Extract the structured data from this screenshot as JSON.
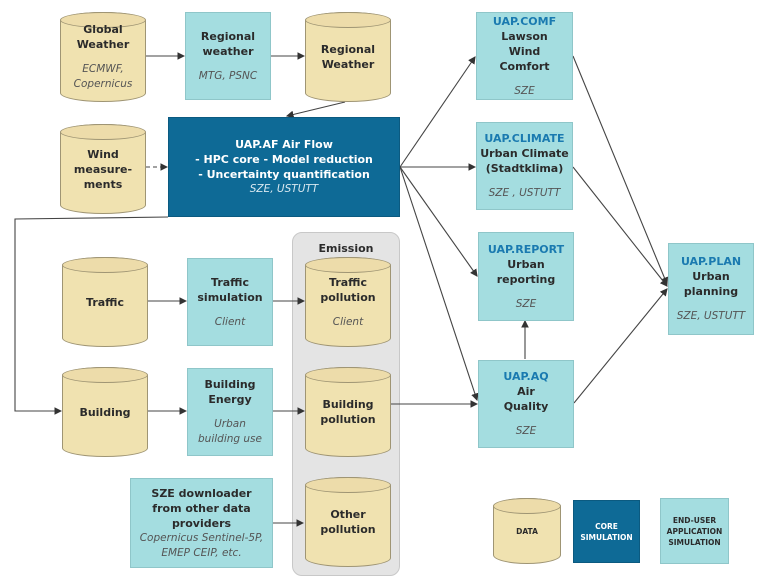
{
  "global_weather": {
    "title": "Global Weather",
    "source": "ECMWF, Copernicus"
  },
  "regional_weather_sim": {
    "title": "Regional weather",
    "source": "MTG, PSNC"
  },
  "regional_weather_data": {
    "title": "Regional Weather"
  },
  "wind": {
    "title": "Wind measure-ments"
  },
  "air_flow": {
    "id": "UAP.AF  Air Flow",
    "line1": "- HPC core - Model reduction",
    "line2": "- Uncertainty quantification",
    "source": "SZE, USTUTT"
  },
  "comf": {
    "id": "UAP.COMF",
    "title": "Lawson Wind Comfort",
    "source": "SZE"
  },
  "climate": {
    "id": "UAP.CLIMATE",
    "title": "Urban Climate (Stadtklima)",
    "source": "SZE , USTUTT"
  },
  "report": {
    "id": "UAP.REPORT",
    "title": "Urban reporting",
    "source": "SZE"
  },
  "aq": {
    "id": "UAP.AQ",
    "title": "Air Quality",
    "source": "SZE"
  },
  "plan": {
    "id": "UAP.PLAN",
    "title": "Urban planning",
    "source": "SZE, USTUTT"
  },
  "emission": {
    "title": "Emission"
  },
  "traffic": {
    "title": "Traffic"
  },
  "traffic_sim": {
    "title": "Traffic simulation",
    "source": "Client"
  },
  "traffic_pollution": {
    "title": "Traffic pollution",
    "source": "Client"
  },
  "building": {
    "title": "Building"
  },
  "building_energy": {
    "title": "Building Energy",
    "source": "Urban building use"
  },
  "building_pollution": {
    "title": "Building pollution"
  },
  "downloader": {
    "title": "SZE downloader from other data providers",
    "source": "Copernicus Sentinel-5P, EMEP CEIP, etc."
  },
  "other_pollution": {
    "title": "Other pollution"
  },
  "legend": {
    "data": "DATA",
    "core": "CORE SIMULATION",
    "enduser": "END-USER APPLICATION SIMULATION"
  }
}
